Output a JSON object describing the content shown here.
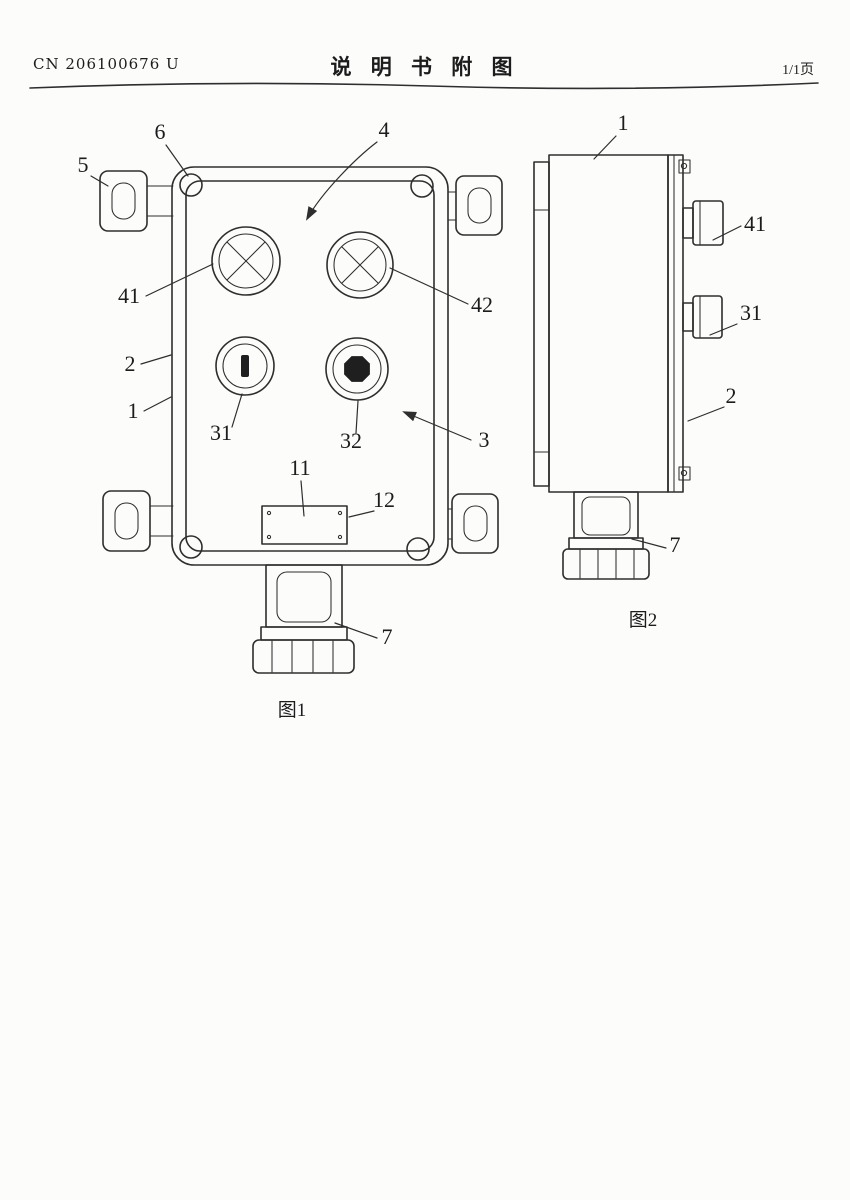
{
  "header": {
    "patent_number": "CN 206100676 U",
    "title": "说 明 书 附 图",
    "page": "1/1页"
  },
  "figure1": {
    "caption": "图1",
    "labels": {
      "n5": "5",
      "n6": "6",
      "n4": "4",
      "n41": "41",
      "n42": "42",
      "n2": "2",
      "n1": "1",
      "n31": "31",
      "n32": "32",
      "n3": "3",
      "n11": "11",
      "n12": "12",
      "n7": "7"
    }
  },
  "figure2": {
    "caption": "图2",
    "labels": {
      "n1": "1",
      "n41": "41",
      "n31": "31",
      "n2": "2",
      "n7": "7"
    }
  }
}
